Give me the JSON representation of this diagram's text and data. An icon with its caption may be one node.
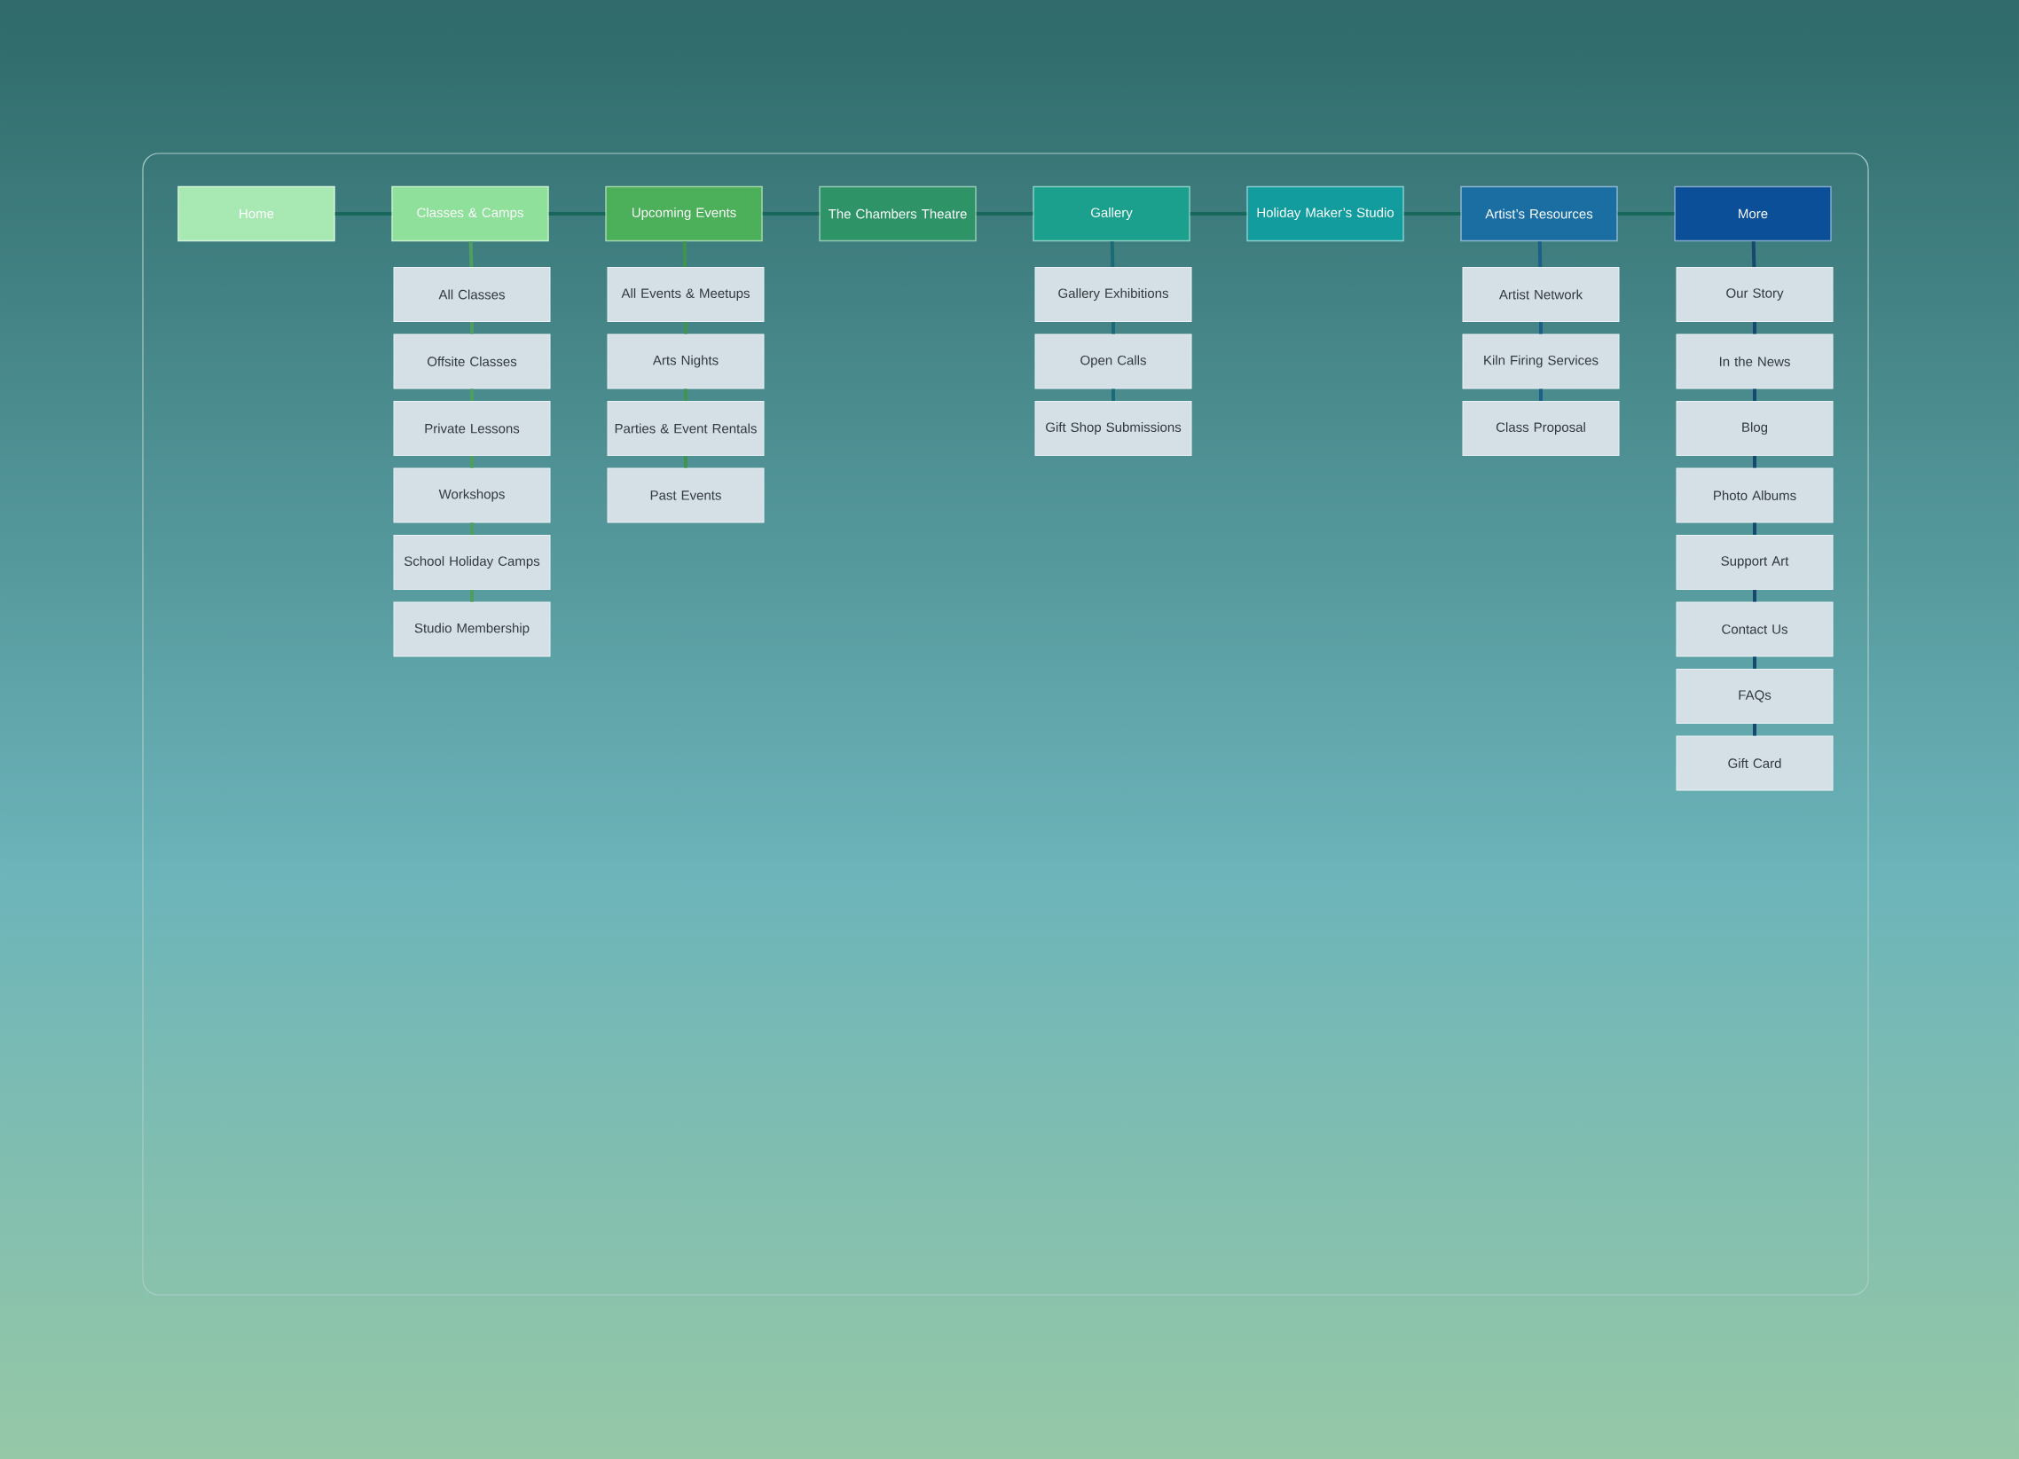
{
  "diagram": {
    "nodes": [
      {
        "text": [
          "Home"
        ]
      },
      {
        "text": [
          "Classes & Camps"
        ]
      },
      {
        "text": [
          "Upcoming Events"
        ]
      },
      {
        "text": [
          "The Chambers Theatre"
        ]
      },
      {
        "text": [
          "Gallery"
        ]
      },
      {
        "text": [
          "Holiday Maker’s Studio"
        ]
      },
      {
        "text": [
          "Artist’s Resources"
        ]
      },
      {
        "text": [
          "More"
        ]
      },
      {
        "text": [
          "All Classes"
        ]
      },
      {
        "text": [
          "Offsite Classes"
        ]
      },
      {
        "text": [
          "Private Lessons"
        ]
      },
      {
        "text": [
          "Workshops"
        ]
      },
      {
        "text": [
          "School Holiday Camps"
        ]
      },
      {
        "text": [
          "Studio Membership"
        ]
      },
      {
        "text": [
          "All Events & Meetups"
        ]
      },
      {
        "text": [
          "Arts Nights"
        ]
      },
      {
        "text": [
          "Parties & Event Rentals"
        ]
      },
      {
        "text": [
          "Past Events"
        ]
      },
      {
        "text": [
          "Gallery Exhibitions"
        ]
      },
      {
        "text": [
          "Open Calls"
        ]
      },
      {
        "text": [
          "Gift Shop Submissions"
        ]
      },
      {
        "text": [
          "Artist Network"
        ]
      },
      {
        "text": [
          "Kiln Firing Services"
        ]
      },
      {
        "text": [
          "Class Proposal"
        ]
      },
      {
        "text": [
          "Our Story"
        ]
      },
      {
        "text": [
          "In the News"
        ]
      },
      {
        "text": [
          "Blog"
        ]
      },
      {
        "text": [
          "Photo Albums"
        ]
      },
      {
        "text": [
          "Support Art"
        ]
      },
      {
        "text": [
          "Contact Us"
        ]
      },
      {
        "text": [
          "FAQs"
        ]
      },
      {
        "text": [
          "Gift Card"
        ]
      }
    ],
    "edges": [
      {
        "from": 0,
        "to": 1,
        "arrow": "none",
        "color": "#17685a"
      },
      {
        "from": 1,
        "to": 2,
        "arrow": "none",
        "color": "#17685a"
      },
      {
        "from": 2,
        "to": 3,
        "arrow": "none",
        "color": "#17685a"
      },
      {
        "from": 3,
        "to": 4,
        "arrow": "none",
        "color": "#17685a"
      },
      {
        "from": 4,
        "to": 5,
        "arrow": "none",
        "color": "#17685a"
      },
      {
        "from": 5,
        "to": 6,
        "arrow": "none",
        "color": "#17685a"
      },
      {
        "from": 6,
        "to": 7,
        "arrow": "none",
        "color": "#17685a"
      },
      {
        "from": 1,
        "to": 8,
        "arrow": "none",
        "color": "#4e9e62"
      },
      {
        "from": 8,
        "to": 9,
        "arrow": "none",
        "color": "#4e9e62"
      },
      {
        "from": 9,
        "to": 10,
        "arrow": "none",
        "color": "#4e9e62"
      },
      {
        "from": 10,
        "to": 11,
        "arrow": "none",
        "color": "#4e9e62"
      },
      {
        "from": 11,
        "to": 12,
        "arrow": "none",
        "color": "#4e9e62"
      },
      {
        "from": 12,
        "to": 13,
        "arrow": "none",
        "color": "#4e9e62"
      },
      {
        "from": 2,
        "to": 14,
        "arrow": "none",
        "color": "#3f9450"
      },
      {
        "from": 14,
        "to": 15,
        "arrow": "none",
        "color": "#3f9450"
      },
      {
        "from": 15,
        "to": 16,
        "arrow": "none",
        "color": "#3f9450"
      },
      {
        "from": 16,
        "to": 17,
        "arrow": "none",
        "color": "#3f9450"
      },
      {
        "from": 4,
        "to": 18,
        "arrow": "none",
        "color": "#1b6a78"
      },
      {
        "from": 18,
        "to": 19,
        "arrow": "none",
        "color": "#1b6a78"
      },
      {
        "from": 19,
        "to": 20,
        "arrow": "none",
        "color": "#1b6a78"
      },
      {
        "from": 6,
        "to": 21,
        "arrow": "none",
        "color": "#1d5f8a"
      },
      {
        "from": 21,
        "to": 22,
        "arrow": "none",
        "color": "#1d5f8a"
      },
      {
        "from": 22,
        "to": 23,
        "arrow": "none",
        "color": "#1d5f8a"
      },
      {
        "from": 7,
        "to": 24,
        "arrow": "none",
        "color": "#17496e"
      },
      {
        "from": 24,
        "to": 25,
        "arrow": "none",
        "color": "#17496e"
      },
      {
        "from": 25,
        "to": 26,
        "arrow": "none",
        "color": "#17496e"
      },
      {
        "from": 26,
        "to": 27,
        "arrow": "none",
        "color": "#17496e"
      },
      {
        "from": 27,
        "to": 28,
        "arrow": "none",
        "color": "#17496e"
      },
      {
        "from": 28,
        "to": 29,
        "arrow": "none",
        "color": "#17496e"
      },
      {
        "from": 29,
        "to": 30,
        "arrow": "none",
        "color": "#17496e"
      },
      {
        "from": 30,
        "to": 31,
        "arrow": "none",
        "color": "#17496e"
      }
    ]
  }
}
